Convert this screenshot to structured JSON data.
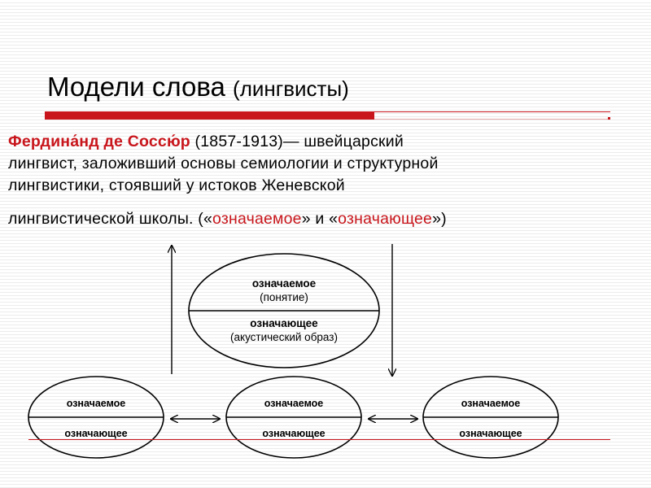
{
  "slide": {
    "title": "Модели слова",
    "title_sub": "(лингвисты)",
    "person_name": "Фердина́нд де Соссю́р",
    "years": "(1857-1913)",
    "desc_line1": "— швейцарский",
    "desc_line2": "лингвист, заложивший основы семиологии и структурной",
    "desc_line3": "лингвистики, стоявший у истоков Женевской",
    "desc_line4_start": "лингвистической школы. («",
    "term_signified": "означаемое",
    "between_terms": "» и «",
    "term_signifier": "означающее",
    "desc_line4_end": "»)"
  },
  "diagram": {
    "top_ellipse": {
      "upper_main": "означаемое",
      "upper_sub": "(понятие)",
      "lower_main": "означающее",
      "lower_sub": "(акустический образ)"
    },
    "bottom_ellipses": [
      {
        "upper": "означаемое",
        "lower": "означающее"
      },
      {
        "upper": "означаемое",
        "lower": "означающее"
      },
      {
        "upper": "означаемое",
        "lower": "означающее"
      }
    ]
  },
  "colors": {
    "accent": "#c8161c"
  }
}
